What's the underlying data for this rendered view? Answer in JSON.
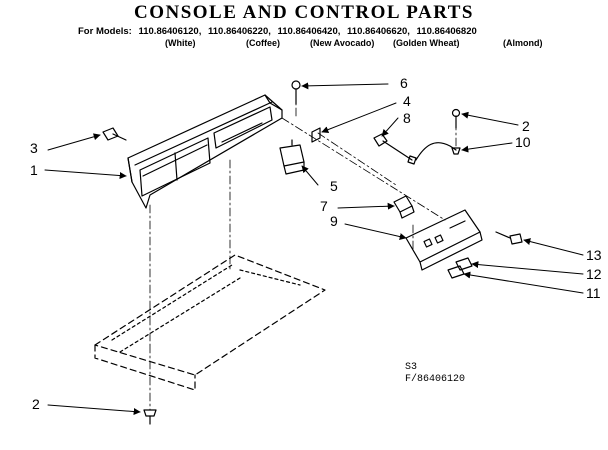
{
  "title": "CONSOLE AND CONTROL PARTS",
  "models_prefix": "For Models:",
  "models": [
    {
      "number": "110.86406120,",
      "color": "(White)"
    },
    {
      "number": "110.86406220,",
      "color": "(Coffee)"
    },
    {
      "number": "110.86406420,",
      "color": "(New Avocado)"
    },
    {
      "number": "110.86406620,",
      "color": "(Golden Wheat)"
    },
    {
      "number": "110.86406820",
      "color": "(Almond)"
    }
  ],
  "callouts": [
    "1",
    "2",
    "2",
    "3",
    "4",
    "5",
    "6",
    "7",
    "8",
    "9",
    "10",
    "11",
    "12",
    "13"
  ],
  "reference": {
    "line1": "S3",
    "line2": "F/86406120"
  }
}
